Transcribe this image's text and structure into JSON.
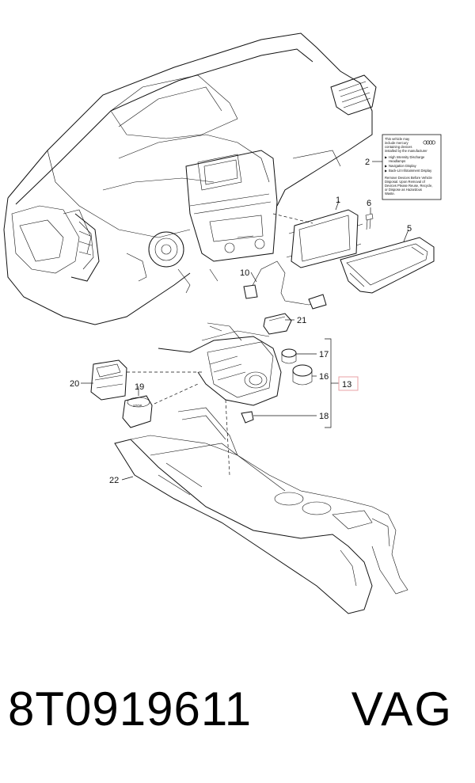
{
  "callouts": {
    "c1": "1",
    "c2": "2",
    "c5": "5",
    "c6": "6",
    "c10": "10",
    "c13": "13",
    "c16": "16",
    "c17": "17",
    "c18": "18",
    "c19": "19",
    "c20": "20",
    "c21": "21",
    "c22": "22"
  },
  "warning_label": {
    "intro": [
      "This vehicle may",
      "include mercury",
      "containing devices",
      "installed by the manufacturer"
    ],
    "items": [
      "High Intensity Discharge",
      "Headlamps",
      "Navigation Display",
      "Back-Lit Infotainment Display"
    ],
    "footer": [
      "Remove Devices Before Vehicle",
      "Disposal. Upon Removal of",
      "Devices Please Reuse, Recycle,",
      "or Dispose as Hazardous",
      "Waste."
    ]
  },
  "footer": {
    "part_number": "8T0919611",
    "brand": "VAG"
  },
  "colors": {
    "highlight": "#e8a0a6",
    "line": "#111111"
  }
}
